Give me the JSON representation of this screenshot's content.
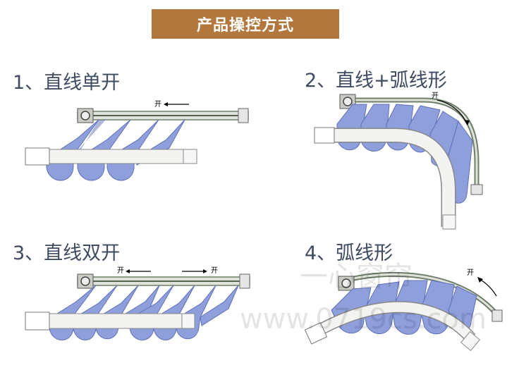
{
  "title": "产品操控方式",
  "modes": [
    {
      "label": "1、直线单开",
      "arrow_label": "开"
    },
    {
      "label": "2、直线+弧线形",
      "arrow_label": "开"
    },
    {
      "label": "3、直线双开",
      "arrow_labels": [
        "开",
        "开"
      ]
    },
    {
      "label": "4、弧线形",
      "arrow_label": "开"
    }
  ],
  "watermark": {
    "line1": "一心窗帘",
    "line2": "www.0719cs.com"
  },
  "colors": {
    "banner": "#b1773d",
    "label": "#3f4a63",
    "fabric": "#8e9fdc",
    "fabric_dark": "#5f6fb8",
    "track": "#6f7f6a",
    "rod": "#f3f3f1",
    "arrow": "#000000"
  }
}
